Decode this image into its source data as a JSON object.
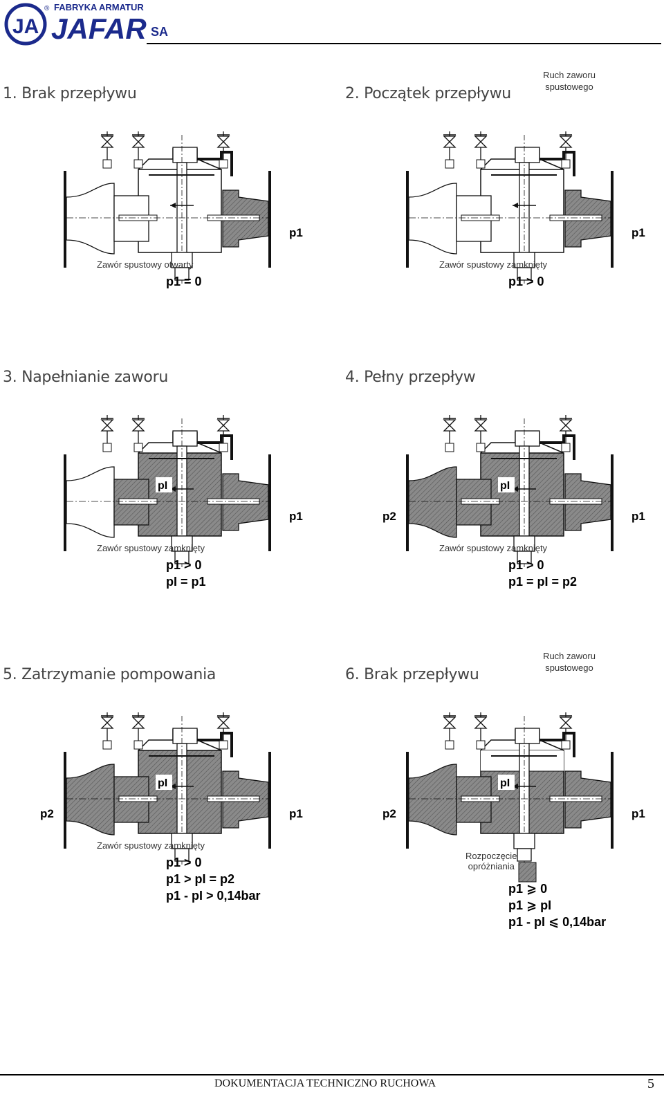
{
  "header": {
    "company_top": "FABRYKA ARMATUR",
    "brand": "JAFAR",
    "brand_suffix": "SA",
    "registered": "®"
  },
  "panels": [
    {
      "title": "1. Brak przepływu",
      "motion_label": "",
      "drain_label": "Zawór spustowy otwarty",
      "formulas": [
        "p1 = 0"
      ],
      "labels": {
        "left": "",
        "right": "p1",
        "inner": ""
      },
      "fill": "empty"
    },
    {
      "title": "2. Początek  przepływu",
      "motion_label": "Ruch zaworu\nspustowego",
      "drain_label": "Zawór spustowy zamknięty",
      "formulas": [
        "p1 > 0"
      ],
      "labels": {
        "left": "",
        "right": "p1",
        "inner": ""
      },
      "fill": "empty"
    },
    {
      "title": "3. Napełnianie zaworu",
      "motion_label": "",
      "drain_label": "Zawór spustowy zamknięty",
      "formulas": [
        "p1 > 0",
        "pI = p1"
      ],
      "labels": {
        "left": "",
        "right": "p1",
        "inner": "pI"
      },
      "fill": "chamber"
    },
    {
      "title": "4. Pełny przepływ",
      "motion_label": "",
      "drain_label": "Zawór spustowy zamknięty",
      "formulas": [
        "p1 > 0",
        "p1 = pI = p2"
      ],
      "labels": {
        "left": "p2",
        "right": "p1",
        "inner": "pI"
      },
      "fill": "full"
    },
    {
      "title": "5. Zatrzymanie pompowania",
      "motion_label": "",
      "drain_label": "Zawór spustowy zamknięty",
      "formulas": [
        "p1 > 0",
        "p1 > pI = p2",
        "p1 - pI  > 0,14bar"
      ],
      "labels": {
        "left": "p2",
        "right": "p1",
        "inner": "pI"
      },
      "fill": "full"
    },
    {
      "title": "6. Brak przepływu",
      "motion_label": "Ruch zaworu\nspustowego",
      "drain_label": "Rozpoczęcie\nopróżniania",
      "formulas": [
        "p1 ⩾ 0",
        "p1 ⩾ pI",
        "p1 - pI  ⩽ 0,14bar"
      ],
      "labels": {
        "left": "p2",
        "right": "p1",
        "inner": "pI"
      },
      "fill": "draining"
    }
  ],
  "footer": {
    "text": "DOKUMENTACJA TECHNICZNO RUCHOWA",
    "page_number": "5"
  }
}
